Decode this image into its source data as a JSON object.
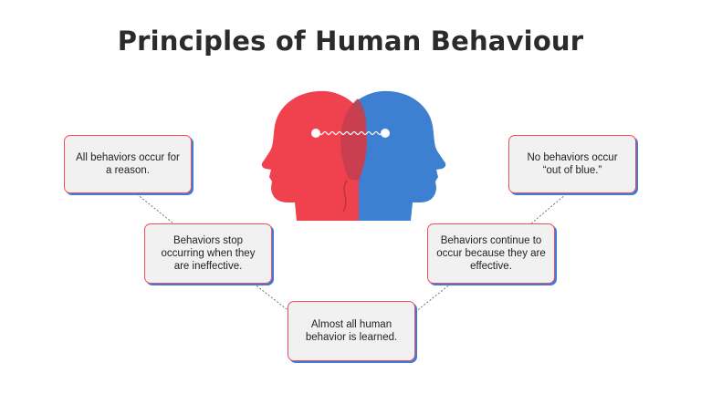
{
  "title": "Principles of Human Behaviour",
  "colors": {
    "red": "#f0414f",
    "blue": "#3d7fd1",
    "text": "#2b2b2b"
  },
  "principles": [
    "All behaviors occur for a reason.",
    "Behaviors stop occurring when they are ineffective.",
    "Almost all human behavior is learned.",
    "Behaviors continue to occur because they are effective.",
    "No behaviors occur “out of blue.”"
  ]
}
